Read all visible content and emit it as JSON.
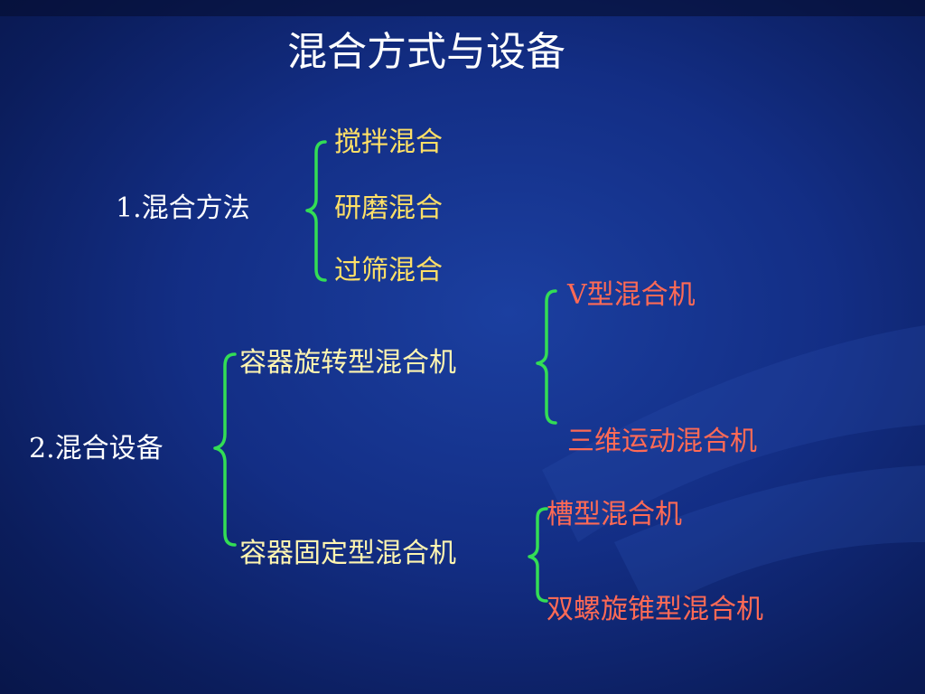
{
  "title": "混合方式与设备",
  "methods": {
    "label": "1.混合方法",
    "items": [
      "搅拌混合",
      "研磨混合",
      "过筛混合"
    ]
  },
  "equipment": {
    "label": "2.混合设备",
    "rotating": {
      "label": "容器旋转型混合机",
      "items": [
        "V型混合机",
        "三维运动混合机"
      ]
    },
    "fixed": {
      "label": "容器固定型混合机",
      "items": [
        "槽型混合机",
        "双螺旋锥型混合机"
      ]
    }
  },
  "colors": {
    "background": "#132e85",
    "bracket": "#33dd55",
    "level1_text": "#ffffff",
    "level2_text": "#ffe066",
    "level3_text": "#ff6a55"
  }
}
